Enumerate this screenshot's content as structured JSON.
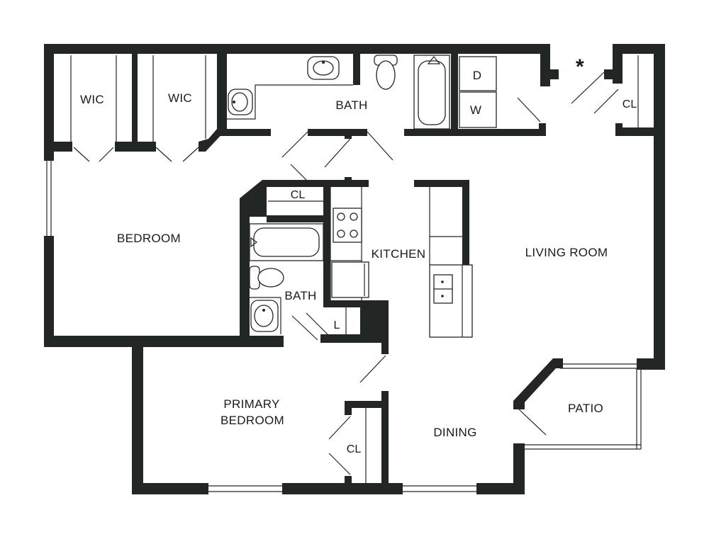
{
  "rooms": {
    "wic1": "WIC",
    "wic2": "WIC",
    "bath_top": "BATH",
    "dryer": "D",
    "washer": "W",
    "closet_entry": "CL",
    "entry_marker": "*",
    "closet_center": "CL",
    "bedroom": "BEDROOM",
    "kitchen": "KITCHEN",
    "living_room": "LIVING ROOM",
    "bath_center": "BATH",
    "linen": "L",
    "primary_bedroom_line1": "PRIMARY",
    "primary_bedroom_line2": "BEDROOM",
    "closet_primary": "CL",
    "dining": "DINING",
    "patio": "PATIO"
  }
}
